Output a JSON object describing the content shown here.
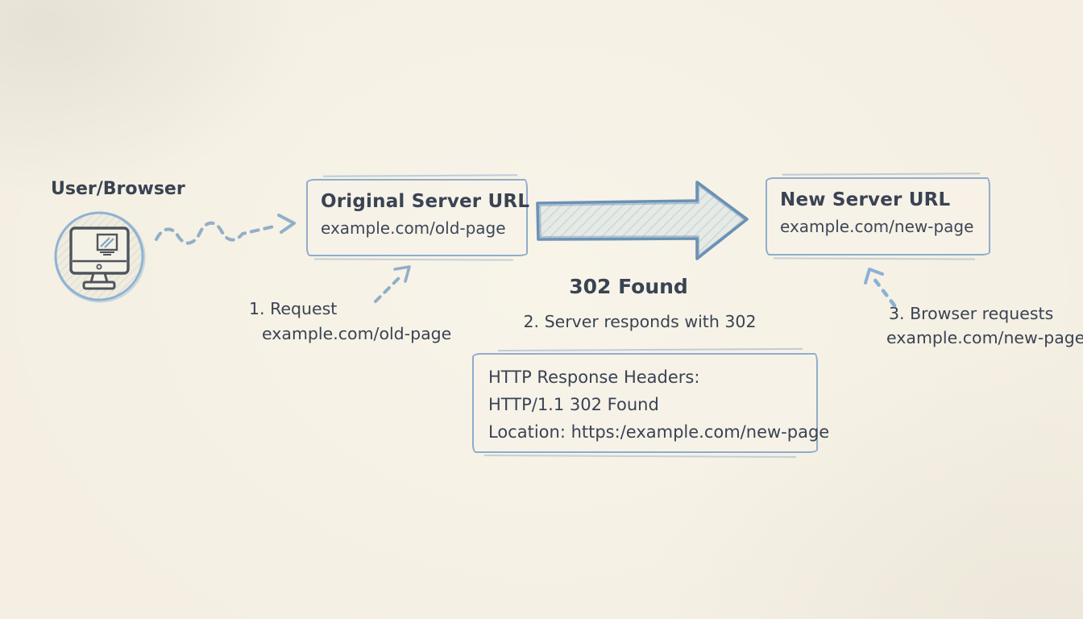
{
  "colors": {
    "background": "#f4efe2",
    "ink": "#394353",
    "sketch_blue": "#8fadca",
    "arrow_outline": "#6b91b5",
    "arrow_fill": "#e6eae6",
    "hatch_line": "#c9d4d2"
  },
  "user": {
    "label": "User/Browser",
    "icon": "computer-monitor-icon"
  },
  "original_box": {
    "title": "Original Server URL",
    "url": "example.com/old-page"
  },
  "new_box": {
    "title": "New Server URL",
    "url": "example.com/new-page"
  },
  "redirect": {
    "status_label": "302 Found"
  },
  "steps": [
    {
      "number_label": "1. Request",
      "detail": "example.com/old-page"
    },
    {
      "label": "2. Server responds with 302"
    },
    {
      "number_label": "3. Browser requests",
      "detail": "example.com/new-page"
    }
  ],
  "headers_box": {
    "lines": [
      "HTTP Response Headers:",
      "HTTP/1.1 302 Found",
      "Location: https:/example.com/new-page"
    ]
  }
}
